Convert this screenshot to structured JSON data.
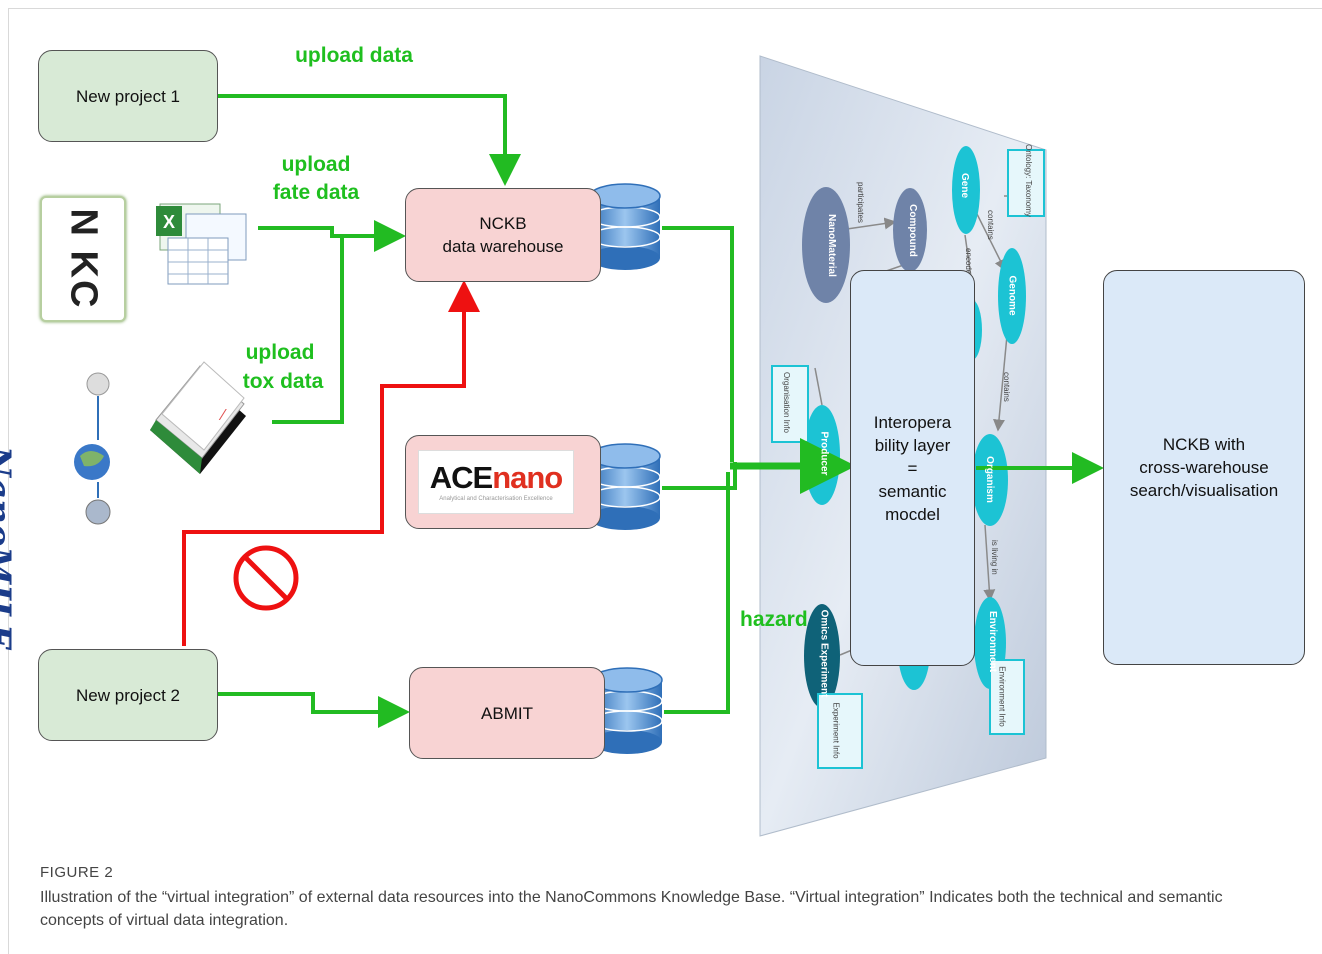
{
  "diagram": {
    "nodes": {
      "new_project_1": "New project 1",
      "new_project_2": "New project 2",
      "nckb_warehouse_line1": "NCKB",
      "nckb_warehouse_line2": "data warehouse",
      "acenano_ace": "ACE",
      "acenano_nano": "nano",
      "acenano_sub": "Analytical and Characterisation Excellence",
      "abmit": "ABMIT",
      "interop_line1": "Interopera",
      "interop_line2": "bility layer",
      "interop_line3": "=",
      "interop_line4": "semantic",
      "interop_line5": "mocdel",
      "nckb_search_line1": "NCKB with",
      "nckb_search_line2": "cross-warehouse",
      "nckb_search_line3": "search/visualisation"
    },
    "logos": {
      "nkc": "N KC",
      "nanomile": "NanoMILE"
    },
    "edge_labels": {
      "upload_data": "upload data",
      "upload_fate_line1": "upload",
      "upload_fate_line2": "fate data",
      "upload_tox_line1": "upload",
      "upload_tox_line2": "tox data",
      "hazard": "hazard"
    },
    "ontology": {
      "nodes": [
        "NanoMaterial",
        "Compound",
        "Gene",
        "Genome",
        "Producer",
        "Organism",
        "Environment",
        "Omics Experiment"
      ],
      "info_boxes": [
        "Ontology: Taxonomy",
        "Organisation Info",
        "Environment Info",
        "Experiment Info"
      ],
      "relations": [
        "participates",
        "contains",
        "encodes",
        "contains",
        "is living in"
      ]
    },
    "colors": {
      "upload_arrow": "#22bb22",
      "blocked_arrow": "#ee1111",
      "green_box": "#d8ead6",
      "pink_box": "#f8d3d3",
      "blue_box": "#dbe9f8",
      "ontology_node": "#1cc3d4",
      "ontology_node_dark": "#6f83a8"
    }
  },
  "caption": {
    "title": "FIGURE 2",
    "text": "Illustration of the “virtual integration” of external data resources into the NanoCommons Knowledge Base. “Virtual integration” Indicates both the technical and semantic concepts of virtual data integration."
  }
}
